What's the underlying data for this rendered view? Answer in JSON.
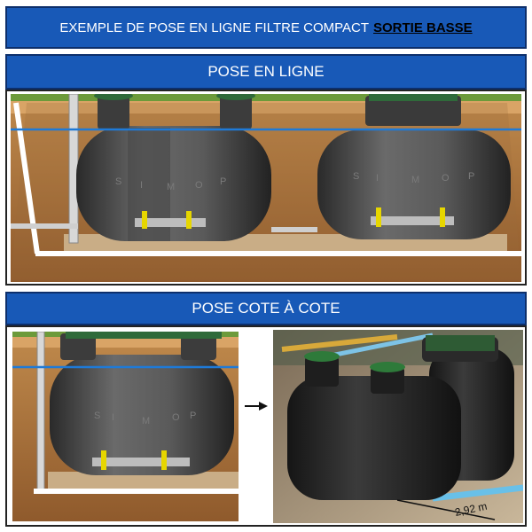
{
  "header": {
    "title_main": "EXEMPLE DE POSE EN LIGNE FILTRE COMPACT",
    "title_highlight": "SORTIE BASSE"
  },
  "sections": [
    {
      "label": "POSE EN LIGNE"
    },
    {
      "label": "POSE COTE À COTE"
    }
  ],
  "tanks": {
    "left_letters": [
      "S",
      "I",
      "M",
      "O",
      "P"
    ],
    "right_letters": [
      "S",
      "I",
      "M",
      "O",
      "P"
    ],
    "side_letters": [
      "S",
      "I",
      "M",
      "O",
      "P"
    ]
  },
  "photo": {
    "dimension_label": "2,92 m"
  },
  "colors": {
    "banner": "#1859b7",
    "water_line": "#1e7ad8",
    "soil": "#b57a3a",
    "gravel": "#c8ac86",
    "tank": "#4a4a4a",
    "lid": "#2f6a3a"
  }
}
